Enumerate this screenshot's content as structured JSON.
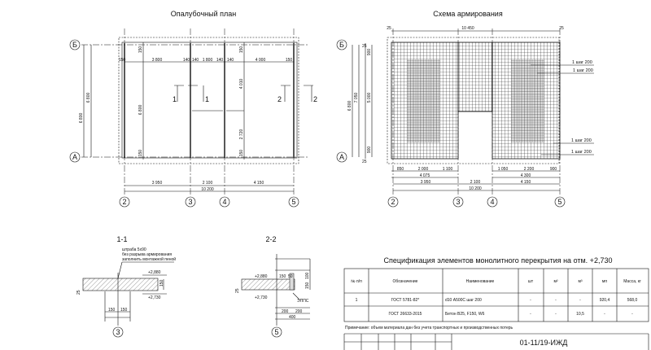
{
  "formwork_plan": {
    "title": "Опалубочный план",
    "axes_x": [
      "2",
      "3",
      "4",
      "5"
    ],
    "axes_y": [
      "Б",
      "А"
    ],
    "dims_top": [
      "150",
      "3 800",
      "140",
      "140",
      "1 800",
      "140",
      "140",
      "4 000",
      "150"
    ],
    "dims_bottom": [
      "3 950",
      "2 100",
      "4 150"
    ],
    "dim_total": "10 200",
    "dims_left": [
      "6 800",
      "6 800"
    ],
    "dims_inner": [
      "150",
      "6 800",
      "150",
      "150",
      "4 010",
      "2 720",
      "150"
    ],
    "section_marks": [
      "1",
      "1",
      "2",
      "2"
    ]
  },
  "reinforcement_plan": {
    "title": "Схема армирования",
    "axes_x": [
      "2",
      "3",
      "4",
      "5"
    ],
    "axes_y": [
      "Б",
      "А"
    ],
    "dim_top_total": "10 450",
    "dims_top_edge": [
      "25",
      "25"
    ],
    "dims_left": [
      "6 800",
      "7 050",
      "900",
      "5 000",
      "900",
      "25",
      "25"
    ],
    "dims_bottom_row1": [
      "850",
      "2 000",
      "1 100",
      "1 050",
      "2 200",
      "900"
    ],
    "dims_bottom_row2": [
      "4 075",
      "4 300"
    ],
    "dims_bottom_row3": [
      "3 950",
      "2 100",
      "4 150"
    ],
    "dim_total": "10 200",
    "callouts": [
      "1 шаг 200",
      "1 шаг 200",
      "1 шаг 200",
      "1 шаг 200"
    ]
  },
  "section_1": {
    "title": "1-1",
    "note_lines": [
      "штраба 5х90",
      "без разрыва армирования",
      "заполнить монтажной пеной"
    ],
    "elev_top": "+2,880",
    "elev_bottom": "+2,730",
    "thickness": "150",
    "cover": "25",
    "dims": [
      "150",
      "150"
    ],
    "axis": "3"
  },
  "section_2": {
    "title": "2-2",
    "elev_top": "+2,880",
    "elev_bottom": "+2,730",
    "dims_top": [
      "150",
      "50"
    ],
    "thickness": [
      "100",
      "150"
    ],
    "cover": "25",
    "insulation": "ЭППС",
    "dims_bottom": [
      "200",
      "200"
    ],
    "dim_total": "400",
    "axis": "5"
  },
  "specification": {
    "title": "Спецификация элементов монолитного перекрытия на отм. +2,730",
    "headers": [
      "№ п/п",
      "Обозначение",
      "Наименование",
      "шт",
      "м²",
      "м³",
      "мп",
      "Масса, кг"
    ],
    "rows": [
      [
        "1",
        "ГОСТ 5781-82*",
        "d10 А500С шаг 200",
        "-",
        "-",
        "-",
        "920,4",
        "568,0"
      ],
      [
        "",
        "ГОСТ 26633-2015",
        "Бетон В25, F150, W6",
        "-",
        "-",
        "10,5",
        "-",
        "-"
      ]
    ],
    "note": "Примечание: объем  материала дан без учета транспортных и производственных потерь"
  },
  "title_block": {
    "code": "01-11/19-ИЖД"
  }
}
